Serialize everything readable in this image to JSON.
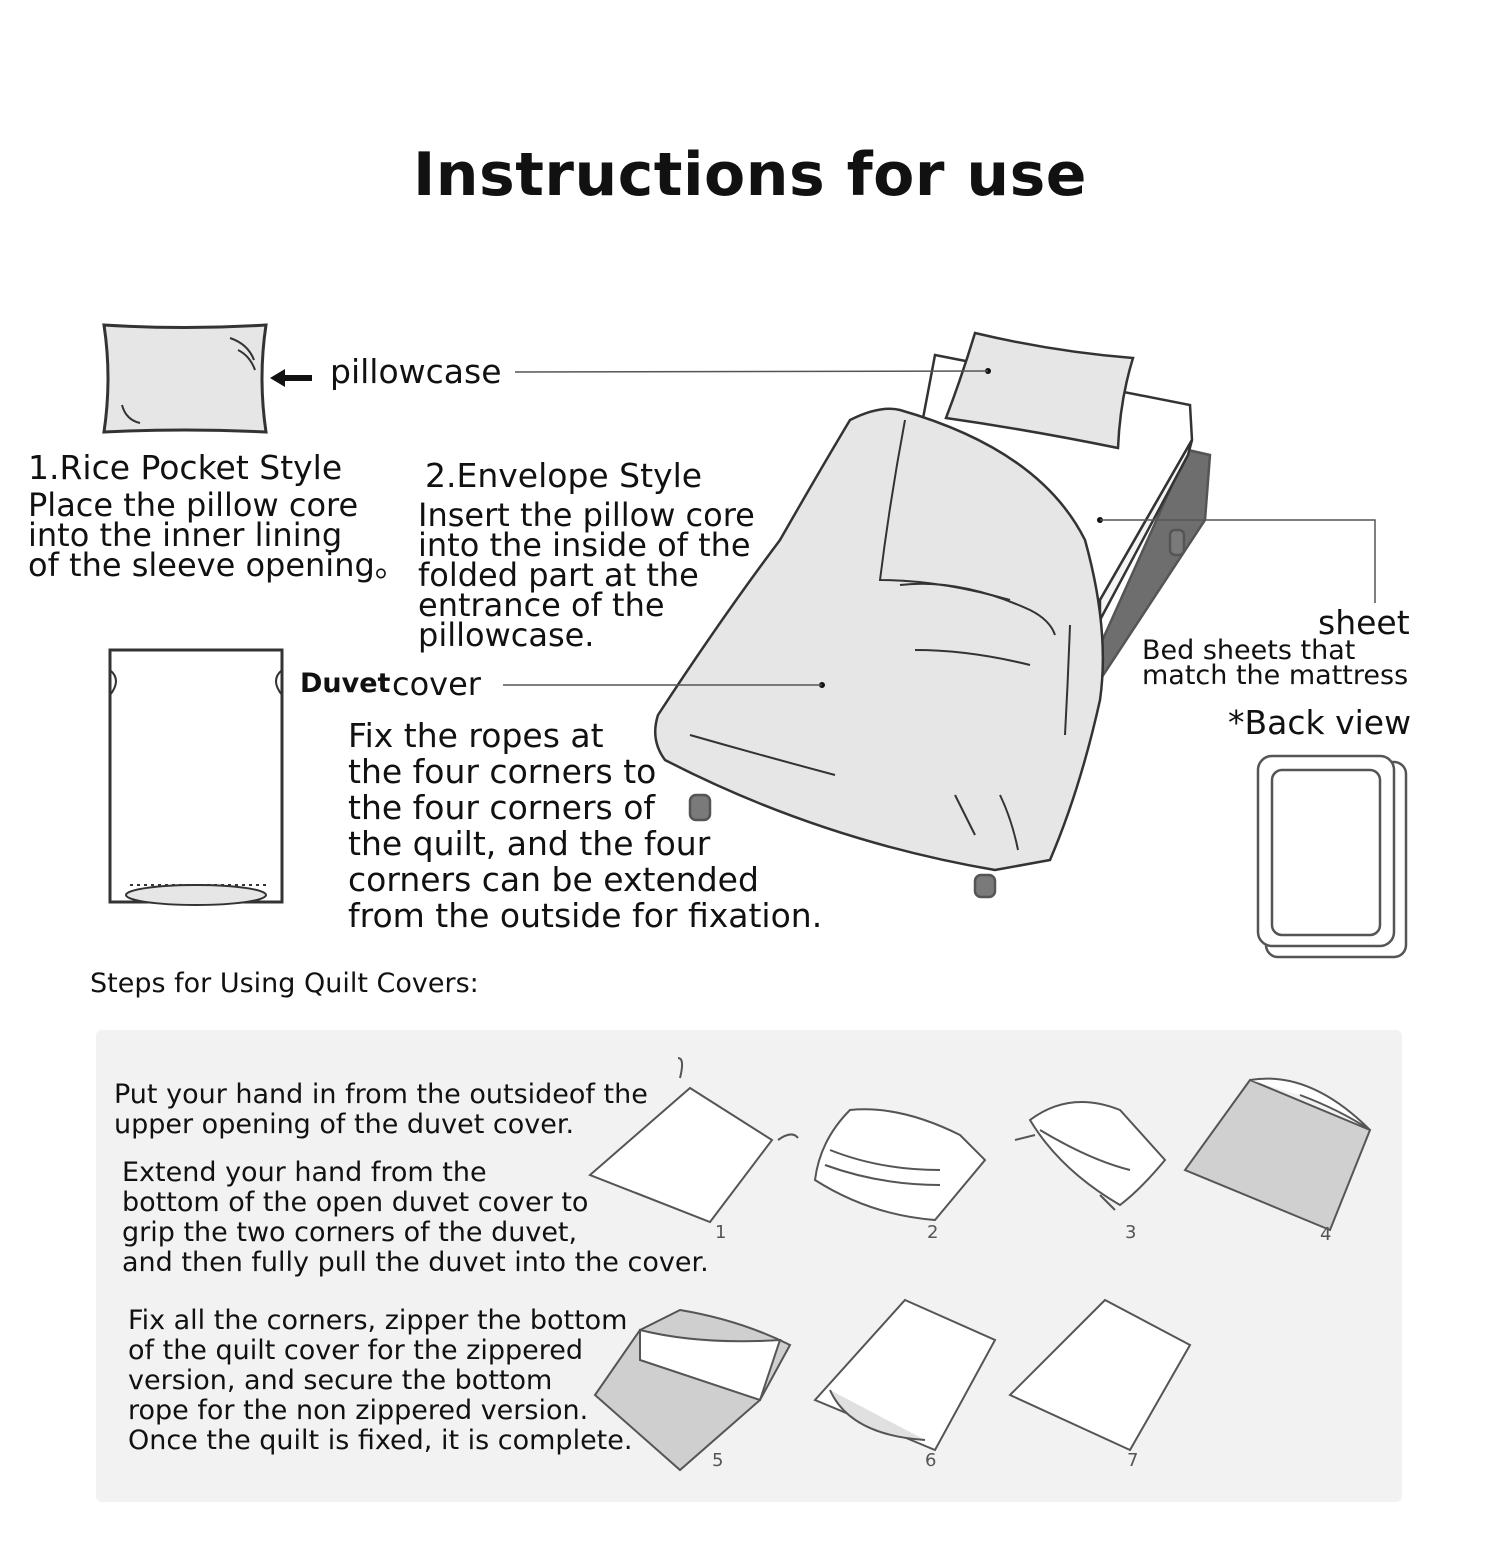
{
  "title": "Instructions for use",
  "labels": {
    "pillowcase": "pillowcase",
    "duvet_cover_a": "Duvet",
    "duvet_cover_b": "cover",
    "sheet": "sheet",
    "sheet_desc": "Bed sheets that\nmatch the mattress",
    "back_view": "*Back view"
  },
  "rice_pocket": {
    "heading": "1.Rice Pocket Style",
    "body": "Place the pillow core\ninto the inner lining\nof the sleeve opening。"
  },
  "envelope": {
    "heading": "2.Envelope Style",
    "body": "Insert the pillow core\n into the inside of the\nfolded part at the\n entrance of the\npillowcase."
  },
  "duvet_instructions": "Fix the ropes at\nthe four corners to\nthe four corners of\nthe quilt, and the four\ncorners can be extended\n from the outside for fixation.",
  "steps_heading": "Steps for Using Quilt Covers:",
  "steps_text": {
    "step_a": "Put your hand in from the outsideof the\nupper opening of the duvet cover.",
    "step_b": "Extend your hand from the\nbottom of the open duvet cover to\ngrip the two corners of the duvet,\nand then fully pull the duvet into the cover.",
    "step_c": "Fix all the corners, zipper the bottom\nof the quilt cover for the zippered\nversion, and secure the bottom\nrope for the non zippered version.\nOnce the quilt is fixed, it is complete."
  },
  "step_numbers": [
    "1",
    "2",
    "3",
    "4",
    "5",
    "6",
    "7"
  ],
  "colors": {
    "line": "#333333",
    "fill_light": "#e6e6e6",
    "panel": "#f2f2f2",
    "frame": "#777777"
  },
  "icons": [
    "pillow-icon",
    "arrow-left-icon",
    "bed-illustration",
    "duvet-cover-icon",
    "mattress-back-icon"
  ]
}
